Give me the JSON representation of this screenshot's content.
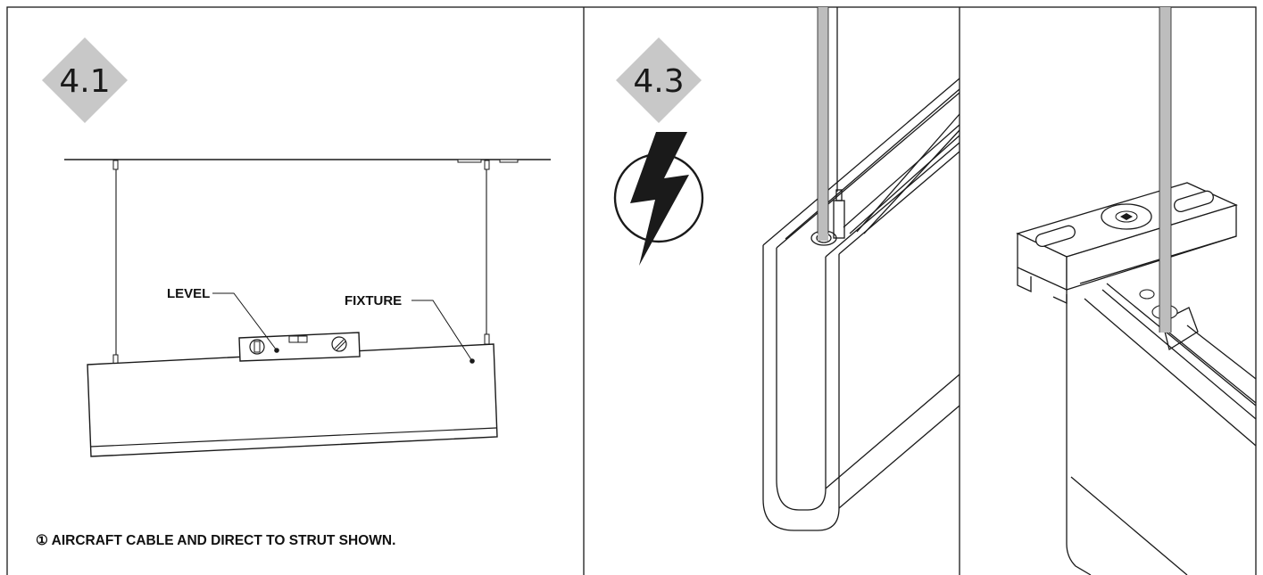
{
  "panels": [
    {
      "step": "4.1",
      "labels": {
        "level": "LEVEL",
        "fixture": "FIXTURE"
      },
      "note": "① AIRCRAFT CABLE AND DIRECT TO STRUT SHOWN."
    },
    {
      "step": "4.3",
      "icon": "high-voltage-icon"
    },
    {
      "icon": "strut-channel-detail"
    }
  ],
  "colors": {
    "badge": "#c8c8c8",
    "line": "#1a1a1a",
    "cable": "#bdbdbd"
  }
}
